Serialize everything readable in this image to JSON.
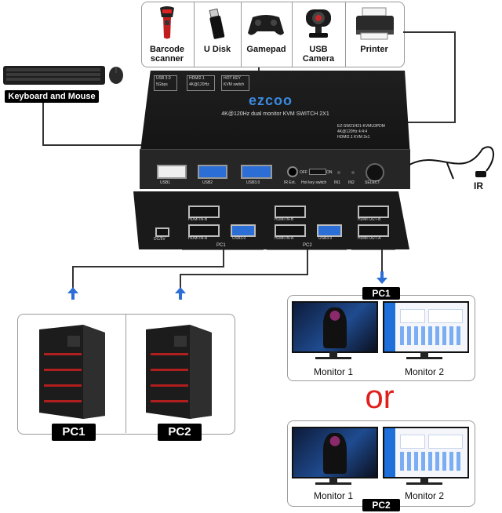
{
  "peripherals": [
    {
      "icon": "barcode-scanner-icon",
      "label": "Barcode scanner"
    },
    {
      "icon": "usb-disk-icon",
      "label": "U Disk"
    },
    {
      "icon": "gamepad-icon",
      "label": "Gamepad"
    },
    {
      "icon": "usb-camera-icon",
      "label": "USB Camera"
    },
    {
      "icon": "printer-icon",
      "label": "Printer"
    }
  ],
  "keyboard_mouse_label": "Keyboard and Mouse",
  "ir_label": "IR",
  "device": {
    "badges": [
      {
        "top": "USB 3.0",
        "bottom": "5Gbps"
      },
      {
        "top": "HDMI2.1",
        "bottom": "4K@120Hz"
      },
      {
        "top": "HOT KEY",
        "bottom": "KVM switch"
      }
    ],
    "brand": "ezcoo",
    "title": "4K@120Hz dual monitor KVM SWITCH 2X1",
    "model_lines": [
      "EZ-SW21H21-KVMU3PDM",
      "4K@120Hz 4:4:4",
      "HDMI2.1 KVM 2x1"
    ],
    "front_labels": {
      "usb1": "USB1",
      "usb2": "USB2",
      "usb3": "USB3.0",
      "ir_ext": "IR Ext.",
      "off": "OFF",
      "on": "ON",
      "hotkey": "Hot key switch",
      "in1": "IN1",
      "in2": "IN2",
      "select": "SELECT"
    },
    "back_labels": {
      "hdmi_in_b": "HDMI IN-B",
      "hdmi_in_a": "HDMI IN-A",
      "usb30": "USB3.0",
      "hdmi_out_b": "HDMI OUT-B",
      "hdmi_out_a": "HDMI OUT-A",
      "dc": "DC/5V",
      "pc1": "PC1",
      "pc2": "PC2"
    }
  },
  "pcs": [
    "PC1",
    "PC2"
  ],
  "monitor_groups": [
    {
      "tag": "PC1",
      "monitors": [
        "Monitor 1",
        "Monitor 2"
      ]
    },
    {
      "tag": "PC2",
      "monitors": [
        "Monitor 1",
        "Monitor 2"
      ]
    }
  ],
  "or_label": "or",
  "colors": {
    "accent_blue": "#2b6fd6",
    "or_red": "#e0201c",
    "device_body": "#1c1c1c"
  }
}
